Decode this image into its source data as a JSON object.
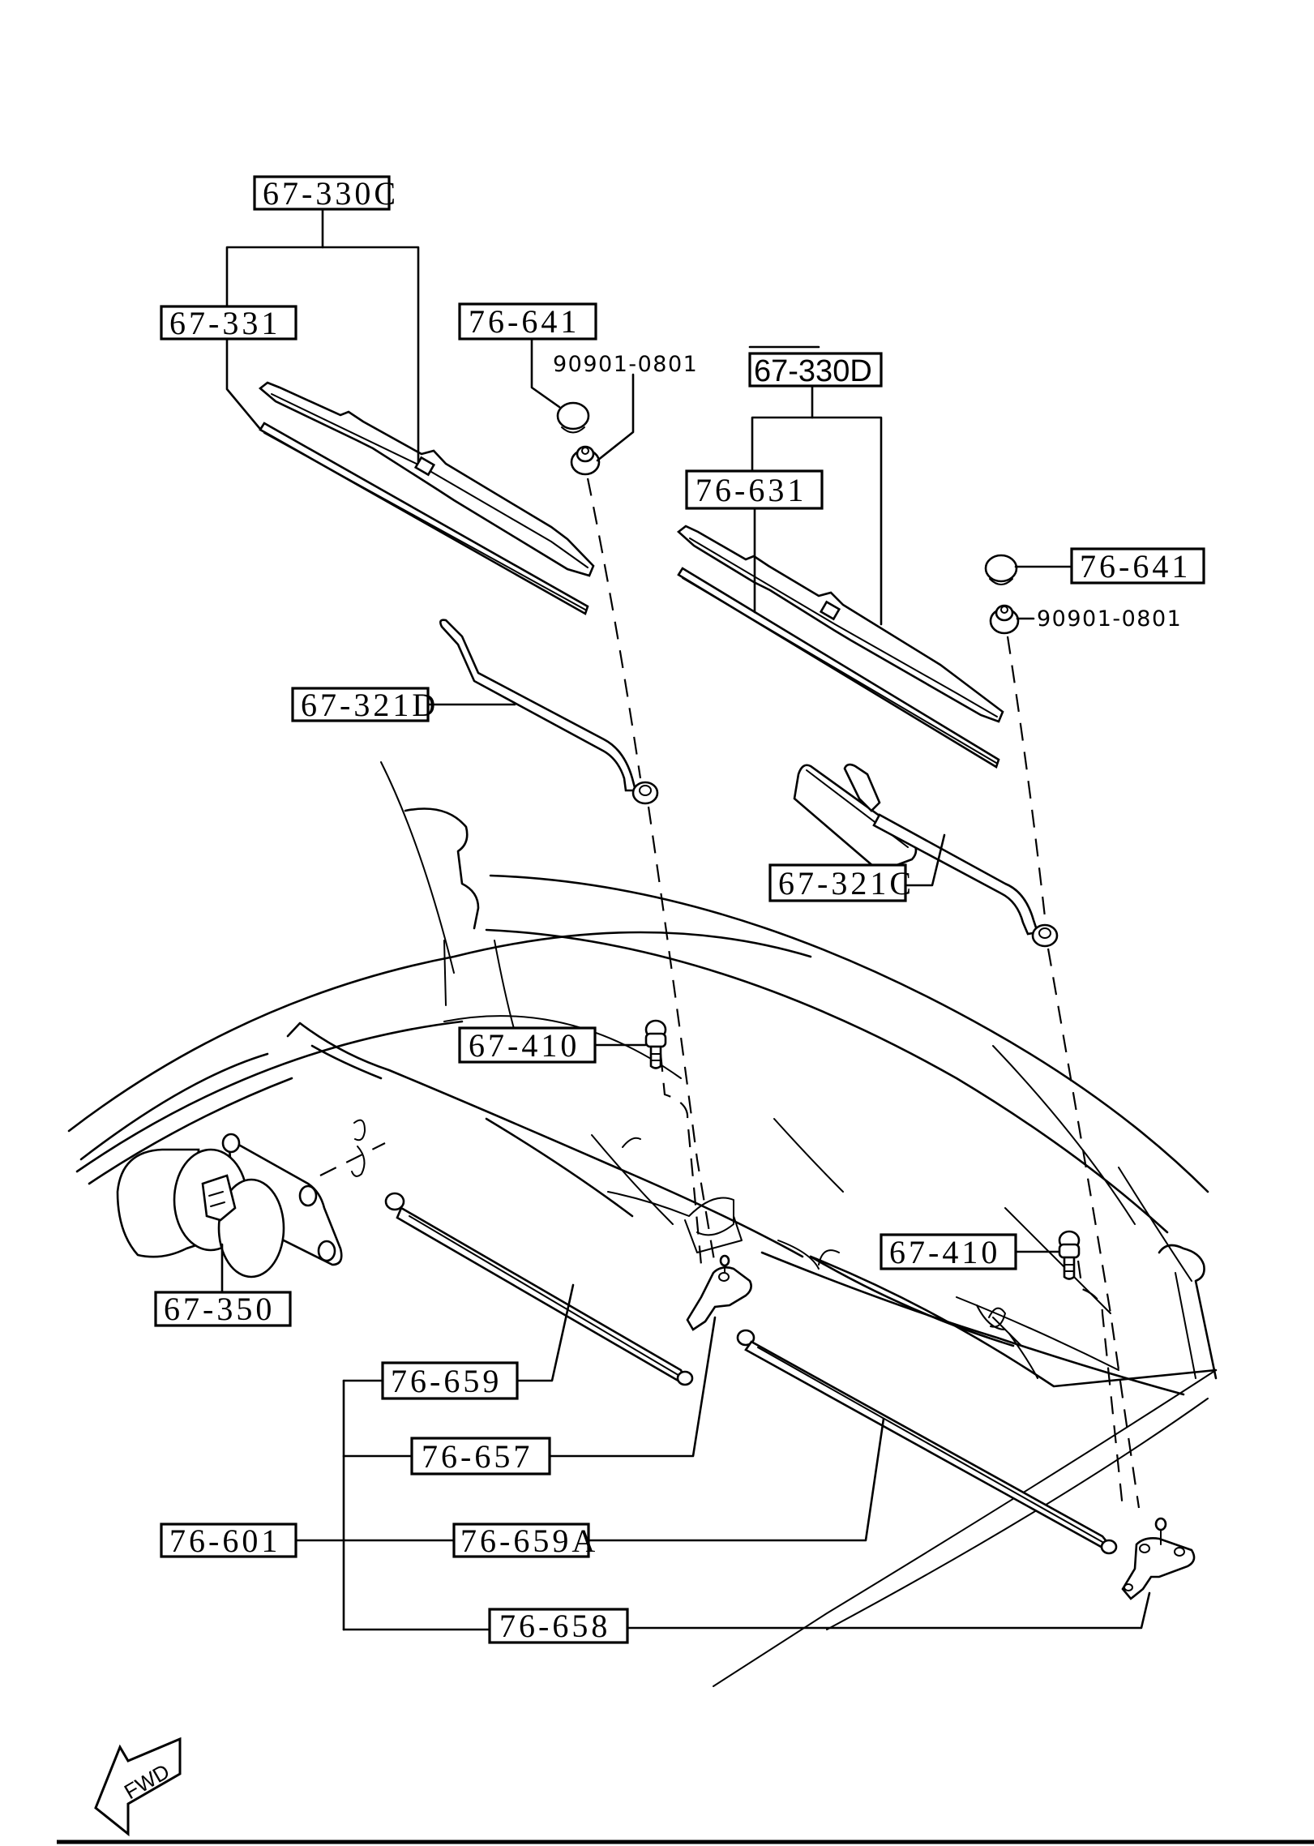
{
  "diagram": {
    "title": "Windshield Wiper Components",
    "labels": {
      "wiper_blade_driver": "67-330C",
      "blade_refill_driver": "67-331",
      "cap_left": "76-641",
      "nut_left": "90901-0801",
      "wiper_blade_passenger": "67-330D",
      "blade_refill_passenger": "76-631",
      "cap_right": "76-641",
      "nut_right": "90901-0801",
      "wiper_arm_driver": "67-321D",
      "wiper_arm_passenger": "67-321C",
      "bolt_left": "67-410",
      "bolt_right": "67-410",
      "wiper_motor": "67-350",
      "link_rod": "76-659",
      "pivot_left": "76-657",
      "linkage_assembly": "76-601",
      "link_rod_a": "76-659A",
      "pivot_right": "76-658"
    },
    "direction_indicator": "FWD"
  }
}
